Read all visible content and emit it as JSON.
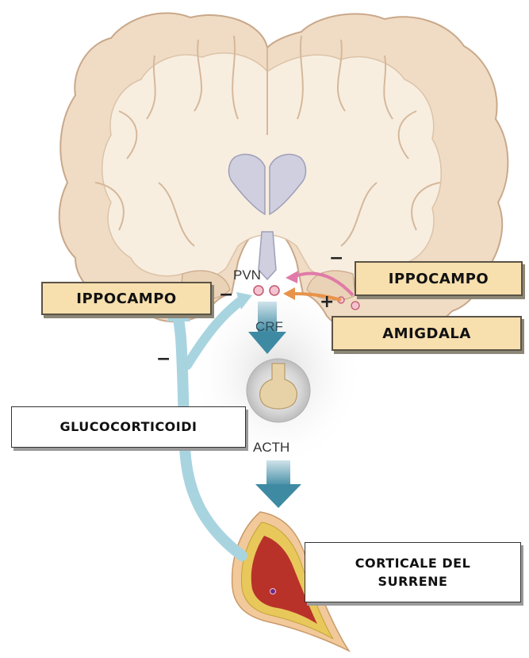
{
  "labels": {
    "ippocampo_left": "IPPOCAMPO",
    "ippocampo_right": "IPPOCAMPO",
    "amigdala": "AMIGDALA",
    "glucocorticoidi": "GLUCOCORTICOIDI",
    "corticale_line1": "CORTICALE DEL",
    "corticale_line2": "SURRENE",
    "pvn": "PVN",
    "crf": "CRF",
    "acth": "ACTH"
  },
  "signs": {
    "hippo_right": "−",
    "amygdala": "+",
    "hippo_left": "−",
    "glucocorticoid_feedback": "−"
  },
  "colors": {
    "brain_outer": "#f0dcc4",
    "brain_white_matter": "#f7eee0",
    "ventricles": "#cfcfe0",
    "feedback_arrow": "#a8d4e0",
    "hippocampus_arrow": "#e07aa8",
    "amygdala_arrow": "#e8934a",
    "adrenal_cortex": "#e8c85a",
    "adrenal_medulla": "#b8322a"
  }
}
